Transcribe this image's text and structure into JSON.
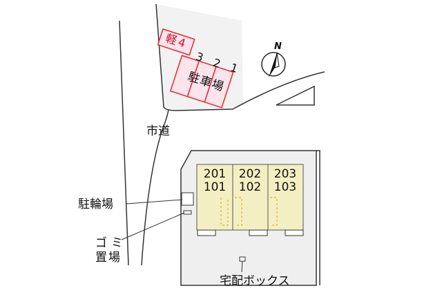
{
  "compass": {
    "label": "N"
  },
  "road": {
    "label": "市道"
  },
  "parking": {
    "spots": [
      "軽4",
      "3",
      "2",
      "1"
    ],
    "label": "駐車場"
  },
  "units": [
    {
      "upper": "201",
      "lower": "101"
    },
    {
      "upper": "202",
      "lower": "102"
    },
    {
      "upper": "203",
      "lower": "103"
    }
  ],
  "facilities": {
    "bicycle_parking": "駐輪場",
    "garbage_line1": "ゴミ",
    "garbage_line2": "置場",
    "delivery_box": "宅配ボックス"
  },
  "colors": {
    "building": "#f4efc2",
    "site": "#efefef",
    "parking_outline": "#e8263a",
    "parking_fill": "#fbe4ea"
  }
}
